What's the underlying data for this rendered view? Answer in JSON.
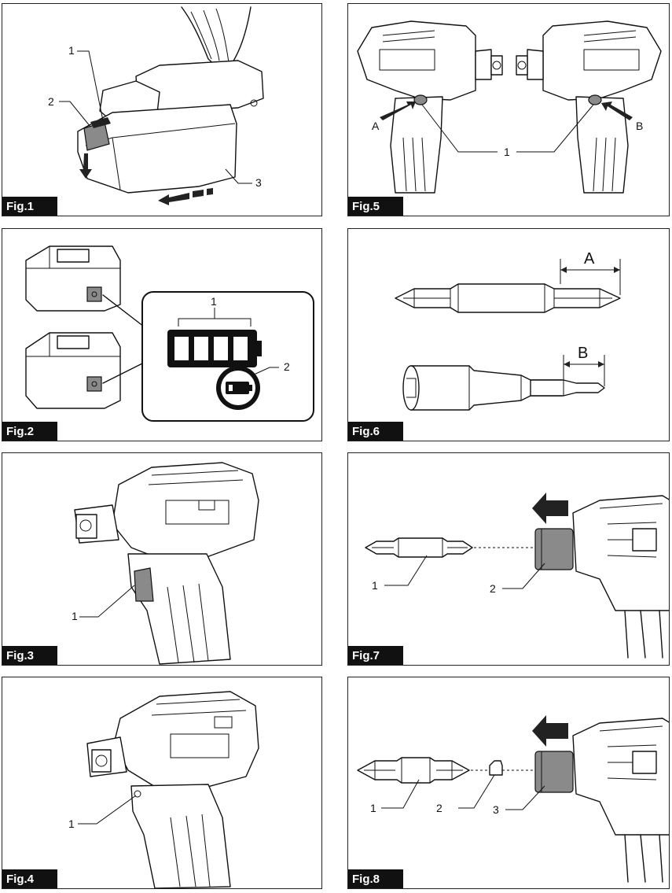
{
  "figures": [
    {
      "label": "Fig.1",
      "callouts": [
        "1",
        "2",
        "3"
      ]
    },
    {
      "label": "Fig.5",
      "callouts": [
        "A",
        "B",
        "1"
      ]
    },
    {
      "label": "Fig.2",
      "callouts": [
        "1",
        "2"
      ]
    },
    {
      "label": "Fig.6",
      "callouts": [
        "A",
        "B"
      ]
    },
    {
      "label": "Fig.3",
      "callouts": [
        "1"
      ]
    },
    {
      "label": "Fig.7",
      "callouts": [
        "1",
        "2"
      ]
    },
    {
      "label": "Fig.4",
      "callouts": [
        "1"
      ]
    },
    {
      "label": "Fig.8",
      "callouts": [
        "1",
        "2",
        "3"
      ]
    }
  ],
  "icons": {
    "battery_gauge": "battery-level-indicator-icon",
    "low_battery": "low-battery-icon",
    "arrow": "direction-arrow-icon"
  }
}
